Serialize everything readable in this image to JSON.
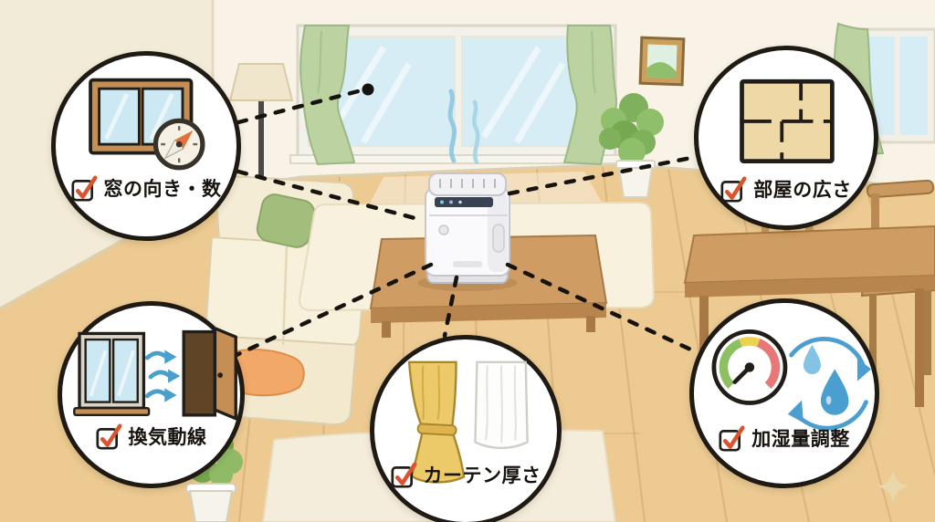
{
  "callouts": [
    {
      "id": "window-orientation",
      "label": "窓の向き・数"
    },
    {
      "id": "room-size",
      "label": "部屋の広さ"
    },
    {
      "id": "ventilation-flow",
      "label": "換気動線"
    },
    {
      "id": "curtain-thickness",
      "label": "カーテン厚さ"
    },
    {
      "id": "humidity-adjustment",
      "label": "加湿量調整"
    }
  ],
  "colors": {
    "check_mark": "#d9542e",
    "circle_border": "#1f1a14",
    "curtain_green": "#bcd3a1",
    "floor_wood": "#ecca92",
    "water_blue": "#4a9ed0",
    "wall_cream": "#f8f3e6"
  }
}
